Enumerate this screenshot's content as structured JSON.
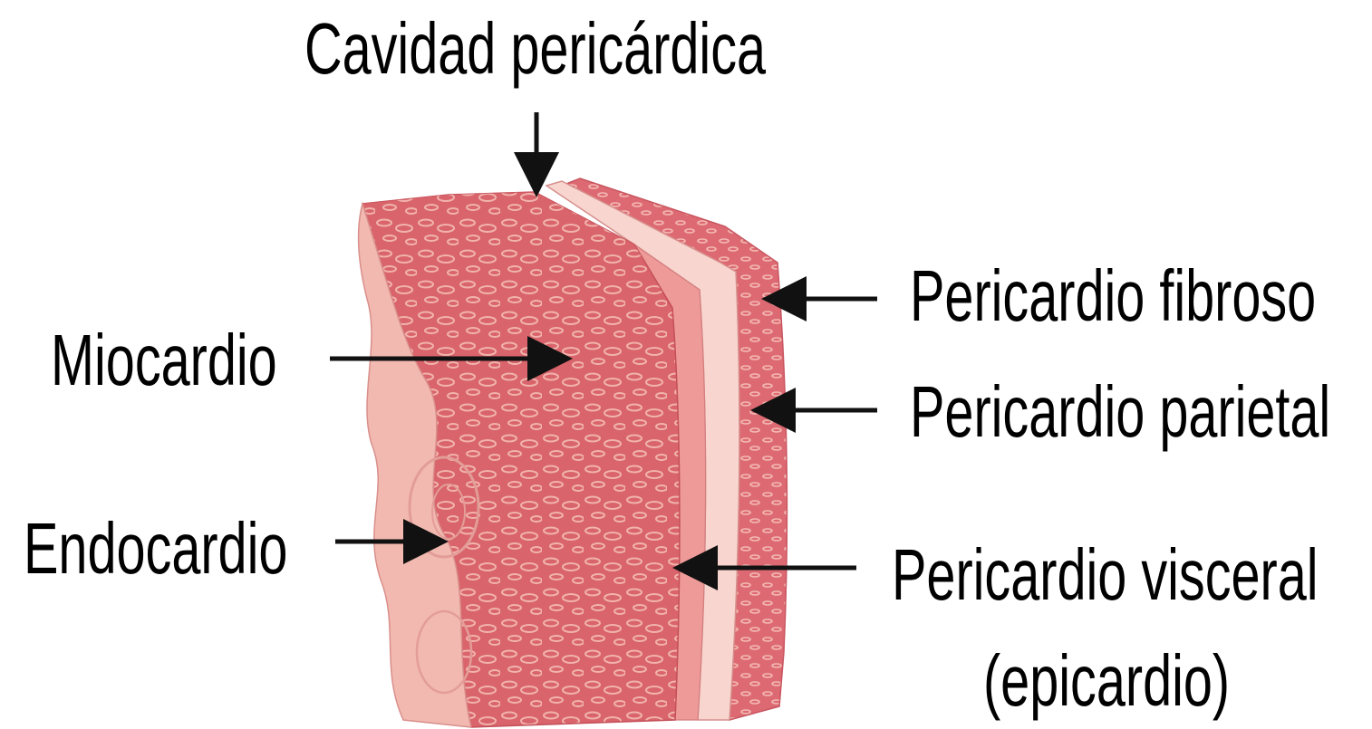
{
  "labels": {
    "cavidad": "Cavidad pericárdica",
    "fibroso": "Pericardio fibroso",
    "parietal": "Pericardio parietal",
    "miocardio": "Miocardio",
    "endocardio": "Endocardio",
    "visceral": "Pericardio visceral",
    "epicardio": "(epicardio)"
  },
  "colors": {
    "myocardium": "#d9646b",
    "myocardium_light": "#ee9a98",
    "endocardium": "#f2b9b0",
    "parietal": "#f8d6cf",
    "fibrous": "#dd6a72",
    "texture": "#f5c4bc",
    "arrow": "#111111"
  }
}
